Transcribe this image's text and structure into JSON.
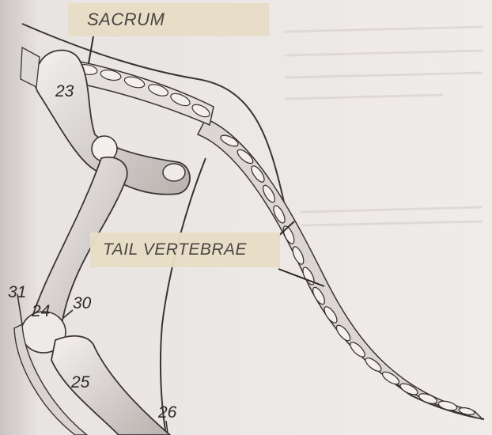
{
  "labels": {
    "sacrum": "SACRUM",
    "tail_vertebrae": "TAIL VERTEBRAE"
  },
  "numbers": {
    "n23": "23",
    "n24": "24",
    "n25": "25",
    "n26": "26",
    "n30": "30",
    "n31": "31"
  },
  "colors": {
    "background": "#ebe7e6",
    "label_box": "#e7ddc6",
    "outline": "#3a3532"
  }
}
